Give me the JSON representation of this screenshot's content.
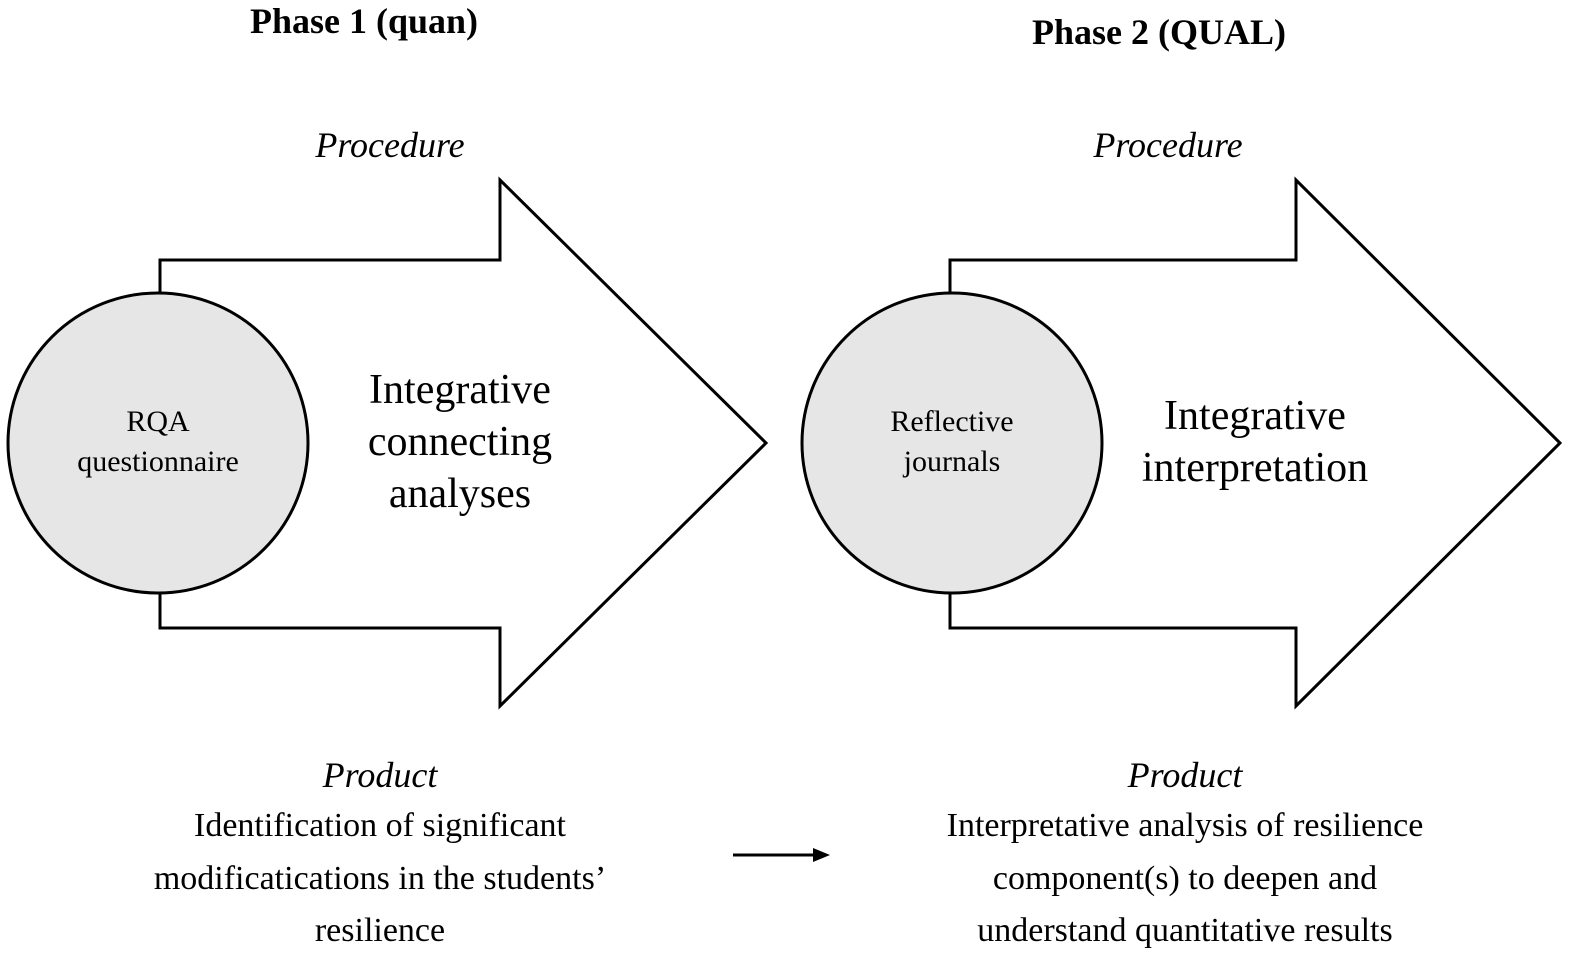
{
  "phases": [
    {
      "title": "Phase 1 (quan)",
      "procedure_label": "Procedure",
      "circle_lines": [
        "RQA",
        "questionnaire"
      ],
      "arrow_lines": [
        "Integrative",
        "connecting",
        "analyses"
      ],
      "product_label": "Product",
      "product_lines": [
        "Identification of significant",
        "modificatications in the students’",
        "resilience"
      ]
    },
    {
      "title": "Phase 2 (QUAL)",
      "procedure_label": "Procedure",
      "circle_lines": [
        "Reflective",
        "journals"
      ],
      "arrow_lines": [
        "Integrative",
        "interpretation"
      ],
      "product_label": "Product",
      "product_lines": [
        "Interpretative analysis of resilience",
        "component(s) to deepen and",
        "understand quantitative results"
      ]
    }
  ],
  "colors": {
    "circle_fill": "#e6e6e6",
    "stroke": "#000000",
    "arrow_fill": "#ffffff"
  }
}
